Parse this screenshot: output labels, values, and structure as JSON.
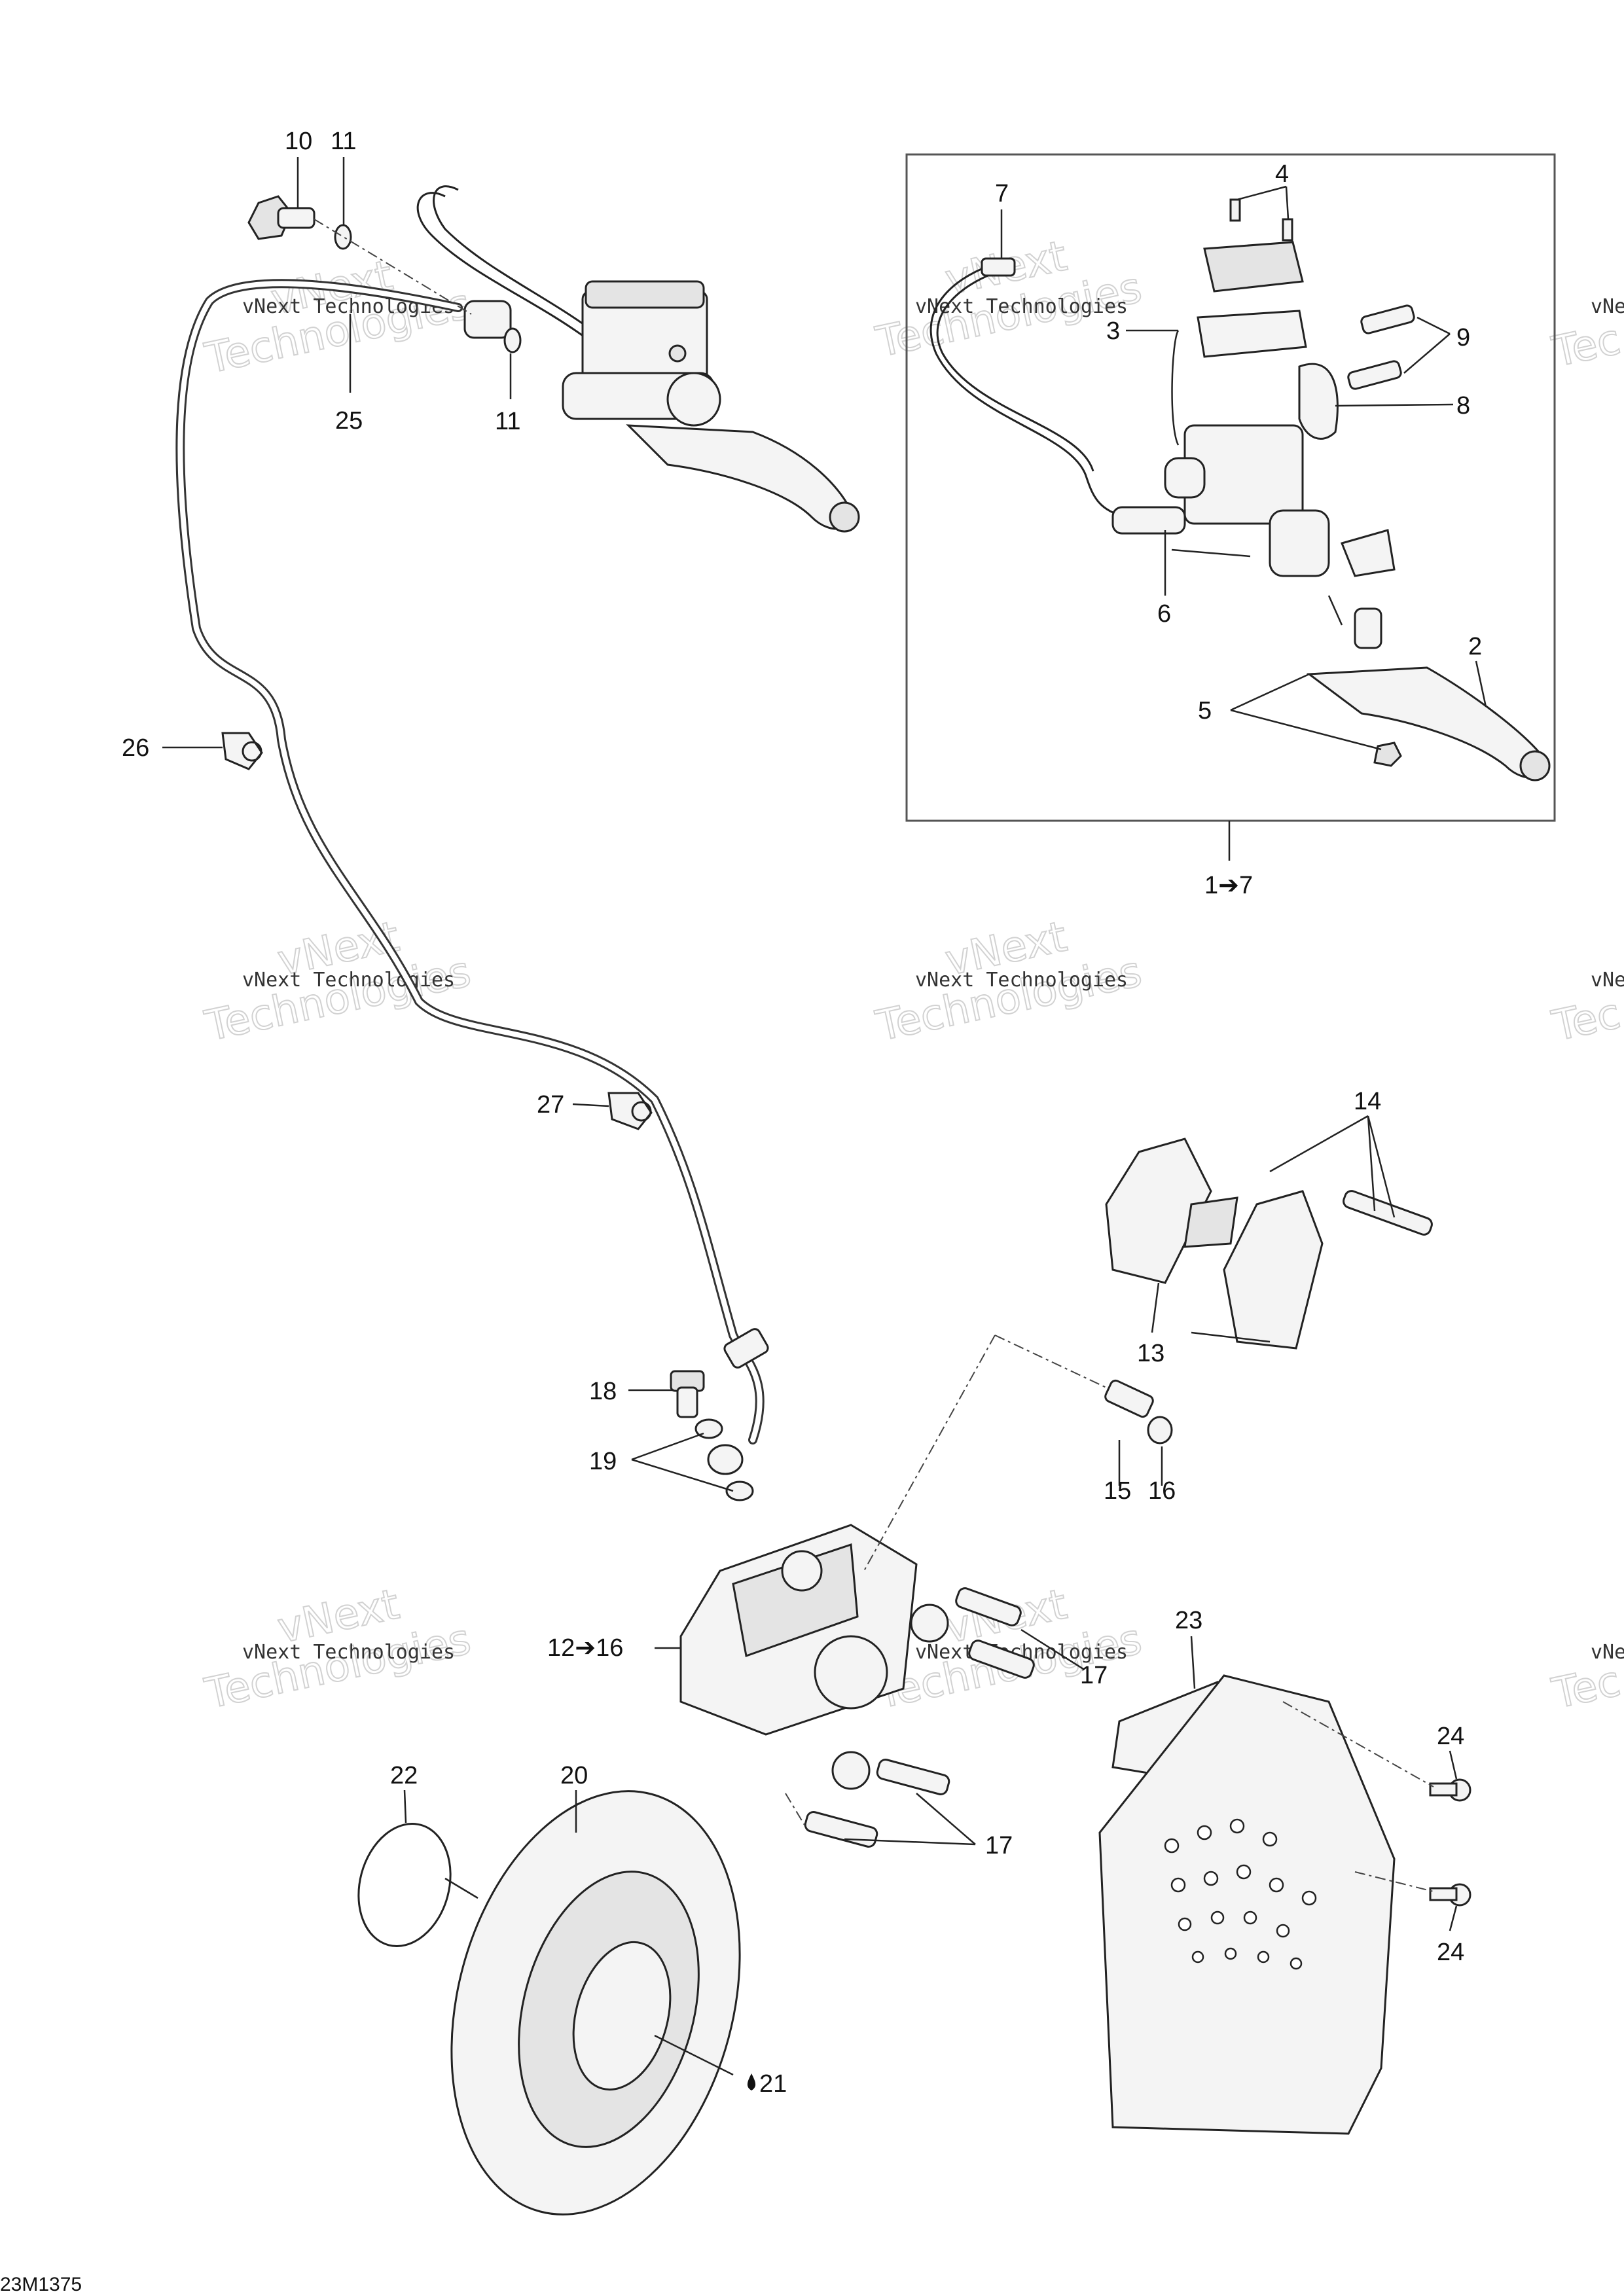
{
  "callouts": {
    "c10": "10",
    "c11a": "11",
    "c11b": "11",
    "c25": "25",
    "c26": "26",
    "c27": "27",
    "c7": "7",
    "c4": "4",
    "c3": "3",
    "c9": "9",
    "c8": "8",
    "c6": "6",
    "c2": "2",
    "c5": "5",
    "c1to7": "1➔7",
    "c14": "14",
    "c13": "13",
    "c18": "18",
    "c19": "19",
    "c15": "15",
    "c16": "16",
    "c12to16": "12➔16",
    "c17a": "17",
    "c17b": "17",
    "c23": "23",
    "c24a": "24",
    "c24b": "24",
    "c22": "22",
    "c20": "20",
    "c21": "21"
  },
  "watermark": {
    "line1": "vNext Technologies",
    "big_top": "vNext",
    "big_bottom": "Technologies",
    "edge_small": "vNe",
    "edge_big": "Tec"
  },
  "drawing_code": "23M1375",
  "colors": {
    "ink": "#111111",
    "watermark_outline": "#d2d2d2",
    "frame": "#555555"
  }
}
